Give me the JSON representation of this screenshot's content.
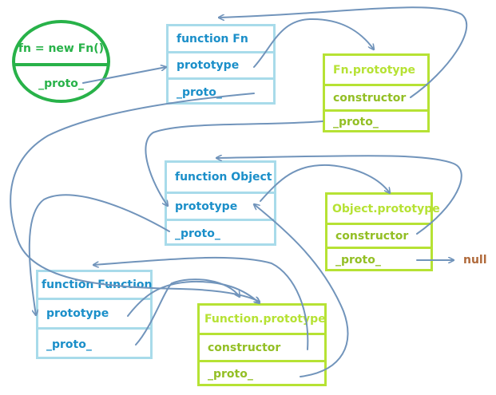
{
  "instance": {
    "title": "fn = new Fn()",
    "proto": "_proto_"
  },
  "function_fn": {
    "title": "function Fn",
    "prototype": "prototype",
    "proto": "_proto_"
  },
  "fn_prototype": {
    "title": "Fn.prototype",
    "constructor": "constructor",
    "proto": "_proto_"
  },
  "function_object": {
    "title": "function Object",
    "prototype": "prototype",
    "proto": "_proto_"
  },
  "object_prototype": {
    "title": "Object.prototype",
    "constructor": "constructor",
    "proto": "_proto_"
  },
  "function_function": {
    "title": "function Function",
    "prototype": "prototype",
    "proto": "_proto_"
  },
  "function_prototype": {
    "title": "Function.prototype",
    "constructor": "constructor",
    "proto": "_proto_"
  },
  "null_label": "null",
  "colors": {
    "blue_border": "#a8dbea",
    "blue_text": "#1b8fc9",
    "lime": "#b6e234",
    "green": "#28b249",
    "arrow": "#7194bb",
    "null": "#b06a3b"
  }
}
